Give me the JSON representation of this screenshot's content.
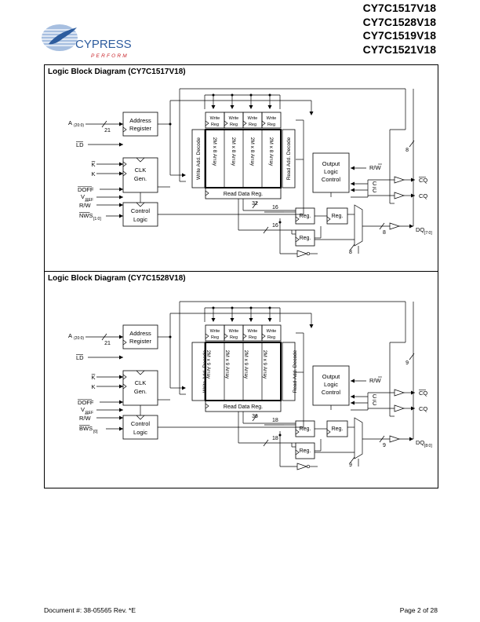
{
  "header": {
    "company": "CYPRESS",
    "tagline": "PERFORM",
    "parts": [
      "CY7C1517V18",
      "CY7C1528V18",
      "CY7C1519V18",
      "CY7C1521V18"
    ]
  },
  "diagrams": [
    {
      "title": "Logic Block Diagram (CY7C1517V18)",
      "addr_label": "A",
      "addr_sub": "(20:0)",
      "addr_width": "21",
      "ld": "LD",
      "k": "K",
      "k_bar": "K",
      "doff": "DOFF",
      "vref": "V",
      "vref_sub": "REF",
      "rw": "R/W",
      "nws": "NWS",
      "nws_sub": "[1:0]",
      "address_register": [
        "Address",
        "Register"
      ],
      "clk_gen": [
        "CLK",
        "Gen."
      ],
      "control_logic": [
        "Control",
        "Logic"
      ],
      "write_reg": [
        "Write",
        "Reg"
      ],
      "write_add_decode": "Write Add. Decode",
      "read_add_decode": "Read Add. Decode",
      "array_label": "2M x 8 Array",
      "read_data_reg": "Read Data Reg.",
      "output_logic": [
        "Output",
        "Logic",
        "Control"
      ],
      "olc_rw": "R/W",
      "c": "C",
      "c_bar": "C",
      "reg": "Reg.",
      "bus_wide": "32",
      "bus_mid": "16",
      "bus_mid2": "16",
      "bus_out": "8",
      "bus_out2": "8",
      "bus_right": "8",
      "cq_bar": "CQ",
      "cq": "CQ",
      "dq": "DQ",
      "dq_sub": "[7:0]"
    },
    {
      "title": "Logic Block Diagram (CY7C1528V18)",
      "addr_label": "A",
      "addr_sub": "(20:0)",
      "addr_width": "21",
      "ld": "LD",
      "k": "K",
      "k_bar": "K",
      "doff": "DOFF",
      "vref": "V",
      "vref_sub": "REF",
      "rw": "R/W",
      "nws": "BWS",
      "nws_sub": "[0]",
      "address_register": [
        "Address",
        "Register"
      ],
      "clk_gen": [
        "CLK",
        "Gen."
      ],
      "control_logic": [
        "Control",
        "Logic"
      ],
      "write_reg": [
        "Write",
        "Reg"
      ],
      "write_add_decode": "Write Add. Decode",
      "read_add_decode": "Read Add. Decode",
      "array_label": "2M x 9 Array",
      "read_data_reg": "Read Data Reg.",
      "output_logic": [
        "Output",
        "Logic",
        "Control"
      ],
      "olc_rw": "R/W",
      "c": "C",
      "c_bar": "C",
      "reg": "Reg.",
      "bus_wide": "36",
      "bus_mid": "18",
      "bus_mid2": "18",
      "bus_out": "9",
      "bus_out2": "9",
      "bus_right": "9",
      "cq_bar": "CQ",
      "cq": "CQ",
      "dq": "DQ",
      "dq_sub": "[8:0]"
    }
  ],
  "footer": {
    "doc": "Document #: 38-05565 Rev. *E",
    "page": "Page 2 of 28"
  },
  "colors": {
    "logo_blue": "#2d5c9e",
    "logo_light": "#a7bfe0",
    "logo_red": "#c8242b"
  }
}
